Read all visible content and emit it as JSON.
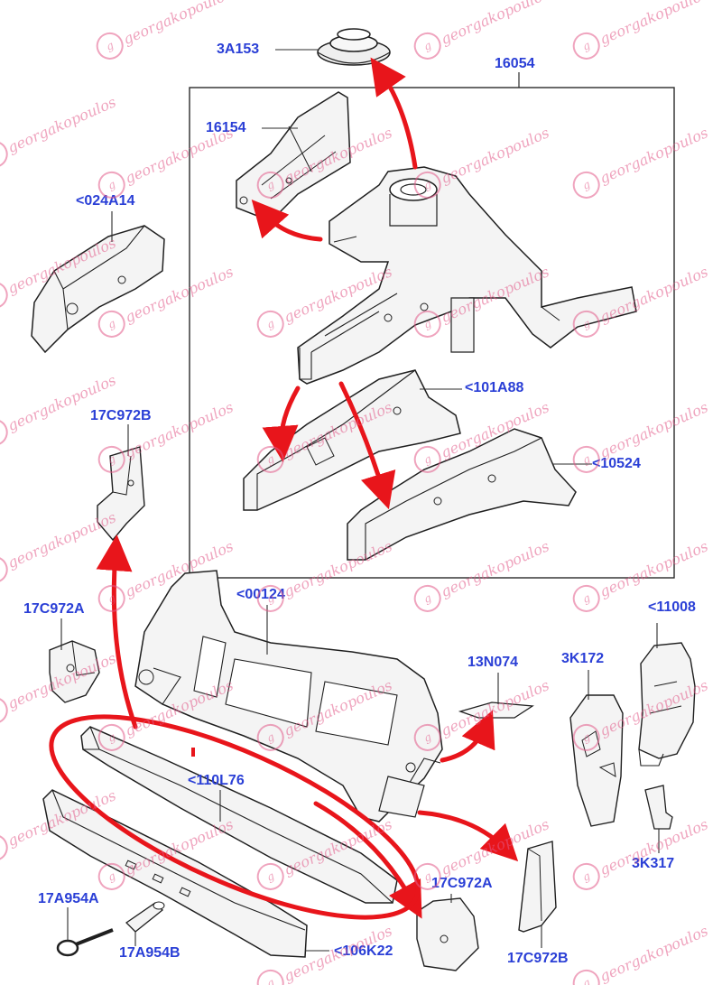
{
  "colors": {
    "label": "#2a3fd6",
    "arrow": "#e8151b",
    "line": "#2b2b2b",
    "part_fill": "#f4f4f4",
    "part_stroke": "#1f1f1f",
    "watermark": "#e35b8a"
  },
  "watermark": {
    "text": "georgakopoulos",
    "logo_glyph": "g",
    "logo_name": "georgakopoulos-logo"
  },
  "labels": {
    "3A153": "3A153",
    "16054": "16054",
    "16154": "16154",
    "024A14": "<024A14",
    "101A88": "<101A88",
    "17C972B_top": "17C972B",
    "10524": "<10524",
    "17C972A_left": "17C972A",
    "00124": "<00124",
    "11008": "<11008",
    "13N074": "13N074",
    "3K172": "3K172",
    "110L76": "<110L76",
    "3K317": "3K317",
    "17A954A": "17A954A",
    "17C972A_bottom": "17C972A",
    "17A954B": "17A954B",
    "106K22": "<106K22",
    "17C972B_bottom": "17C972B"
  }
}
